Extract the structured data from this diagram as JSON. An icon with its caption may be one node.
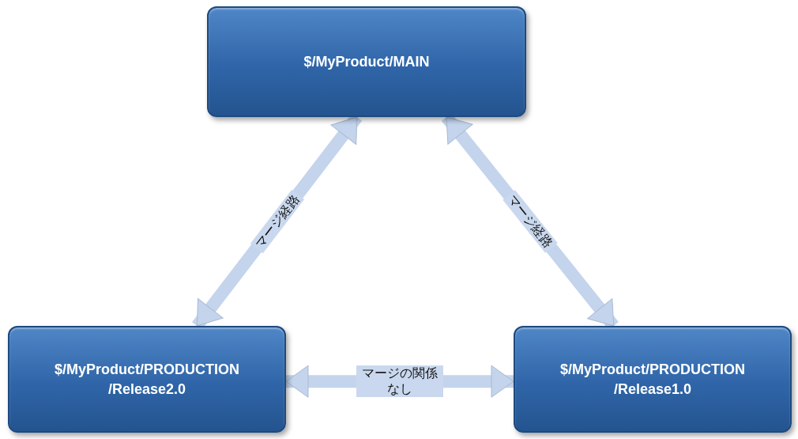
{
  "diagram": {
    "nodes": [
      {
        "text": [
          "$/MyProduct/MAIN"
        ]
      },
      {
        "text": [
          "$/MyProduct/PRODUCTION /Release2.0"
        ]
      },
      {
        "text": [
          "$/MyProduct/PRODUCTION /Release1.0"
        ]
      }
    ],
    "edges": [
      {
        "from": 1,
        "to": 0,
        "arrow": "both",
        "label": "マージ経路"
      },
      {
        "from": 0,
        "to": 2,
        "arrow": "both",
        "label": "マージ経路"
      },
      {
        "from": 1,
        "to": 2,
        "arrow": "both",
        "label": "マージの関係なし"
      }
    ]
  }
}
